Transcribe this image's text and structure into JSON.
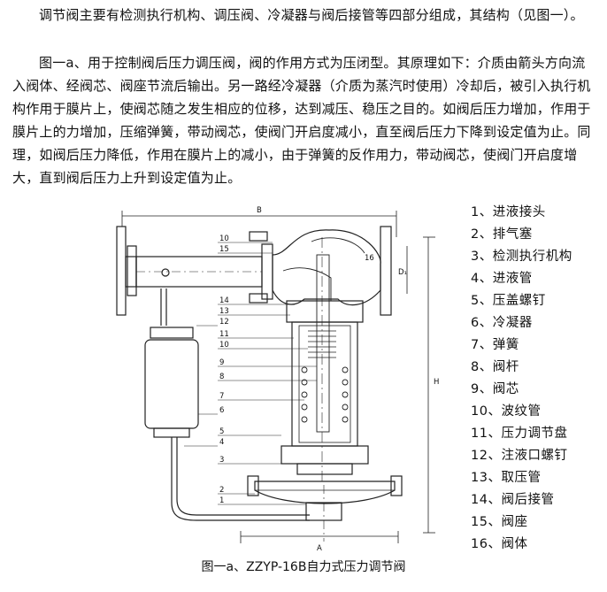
{
  "paragraphs": [
    "调节阀主要有检测执行机构、调压阀、冷凝器与阀后接管等四部分组成，其结构（见图一）。",
    "图一a、用于控制阀后压力调压阀，阀的作用方式为压闭型。其原理如下：介质由箭头方向流入阀体、经阀芯、阀座节流后输出。另一路经冷凝器（介质为蒸汽时使用）冷却后，被引入执行机构作用于膜片上，使阀芯随之发生相应的位移，达到减压、稳压之目的。如阀后压力增加，作用于膜片上的力增加，压缩弹簧，带动阀芯，使阀门开启度减小，直至阀后压力下降到设定值为止。同理，如阀后压力降低，作用在膜片上的减小，由于弹簧的反作用力，带动阀芯，使阀门开启度增大，直到阀后压力上升到设定值为止。"
  ],
  "parts": [
    "1、进液接头",
    "2、排气塞",
    "3、检测执行机构",
    "4、进液管",
    "5、压盖螺钉",
    "6、冷凝器",
    "7、弹簧",
    "8、阀杆",
    "9、阀芯",
    "10、波纹管",
    "11、压力调节盘",
    "12、注液口螺钉",
    "13、取压管",
    "14、阀后接管",
    "15、阀座",
    "16、阀体"
  ],
  "drawing": {
    "dim_B": "B",
    "dim_A": "A",
    "dim_H": "H",
    "dim_D1": "D₁",
    "left_callouts": [
      "10",
      "15",
      "14",
      "13",
      "12",
      "11",
      "10",
      "9",
      "8",
      "7",
      "6",
      "5",
      "4",
      "3",
      "2",
      "1"
    ],
    "right_callouts": [
      "16"
    ]
  },
  "caption": "图一a、ZZYP-16B自力式压力调节阀"
}
